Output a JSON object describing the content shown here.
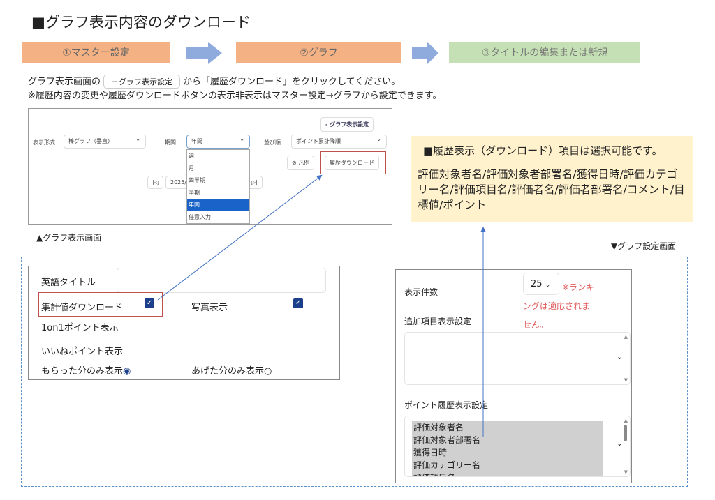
{
  "title": "■グラフ表示内容のダウンロード",
  "steps": [
    "①マスター設定",
    "②グラフ",
    "③タイトルの編集または新規"
  ],
  "instructions": {
    "line1_pre": "グラフ表示画面の",
    "inline_button": "＋グラフ表示設定",
    "line1_post": "から「履歴ダウンロード」をクリックしてください。",
    "line2": "※履歴内容の変更や履歴ダウンロードボタンの表示非表示はマスター設定→グラフから設定できます。"
  },
  "graph_screen": {
    "settings_button": "- グラフ表示設定",
    "display_label": "表示形式",
    "display_value": "棒グラフ（垂直）",
    "period_label": "期間",
    "period_value": "年間",
    "period_options": [
      "週",
      "月",
      "四半期",
      "半期",
      "年間",
      "任意入力"
    ],
    "sort_label": "並び順",
    "sort_value": "ポイント累計降順",
    "legend_button": "凡例",
    "history_download_button": "履歴ダウンロード",
    "date_value": "2025/(",
    "caption": "▲グラフ表示画面"
  },
  "note": {
    "heading": "■履歴表示（ダウンロード）項目は選択可能です。",
    "body": "評価対象者名/評価対象者部署名/獲得日時/評価カテゴリー名/評価項目名/評価者名/評価者部署名/コメント/目標値/ポイント"
  },
  "settings_caption": "▼グラフ設定画面",
  "left_panel": {
    "english_title_label": "英語タイトル",
    "aggregate_download_label": "集計値ダウンロード",
    "photo_label": "写真表示",
    "one_on_one_label": "1on1ポイント表示",
    "like_points_label": "いいねポイント表示",
    "received_only_label": "もらった分のみ表示",
    "given_only_label": "あげた分のみ表示"
  },
  "right_panel": {
    "count_label": "表示件数",
    "count_value": "25",
    "ranking_note": "※ランキングは適応されません。",
    "extra_items_label": "追加項目表示設定",
    "point_history_label": "ポイント履歴表示設定",
    "point_history_items": [
      "評価対象者名",
      "評価対象者部署名",
      "獲得日時",
      "評価カテゴリー名",
      "評価項目名"
    ]
  }
}
